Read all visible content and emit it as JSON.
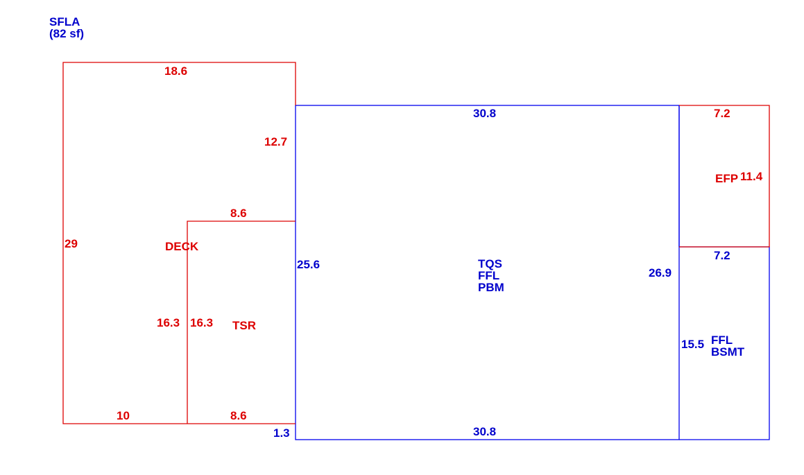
{
  "summary": {
    "title": "SFLA",
    "area": "(82 sf)"
  },
  "colors": {
    "living_area": "#0000ee",
    "non_living_area": "#dd0000"
  },
  "areas": {
    "deck": {
      "name": "DECK",
      "dims": {
        "top": "18.6",
        "left": "29",
        "right_upper": "12.7",
        "bottom": "10",
        "inner": "16.3"
      }
    },
    "tsr": {
      "name": "TSR",
      "dims": {
        "top": "8.6",
        "bottom": "8.6",
        "left": "16.3"
      }
    },
    "main": {
      "lines": [
        "TQS",
        "FFL",
        "PBM"
      ],
      "dims": {
        "top": "30.8",
        "bottom": "30.8",
        "left": "25.6",
        "right": "26.9",
        "step": "1.3"
      }
    },
    "efp": {
      "name": "EFP",
      "dims": {
        "top": "7.2",
        "right": "11.4"
      }
    },
    "basement": {
      "lines": [
        "FFL",
        "BSMT"
      ],
      "dims": {
        "top": "7.2",
        "left": "15.5"
      }
    }
  }
}
